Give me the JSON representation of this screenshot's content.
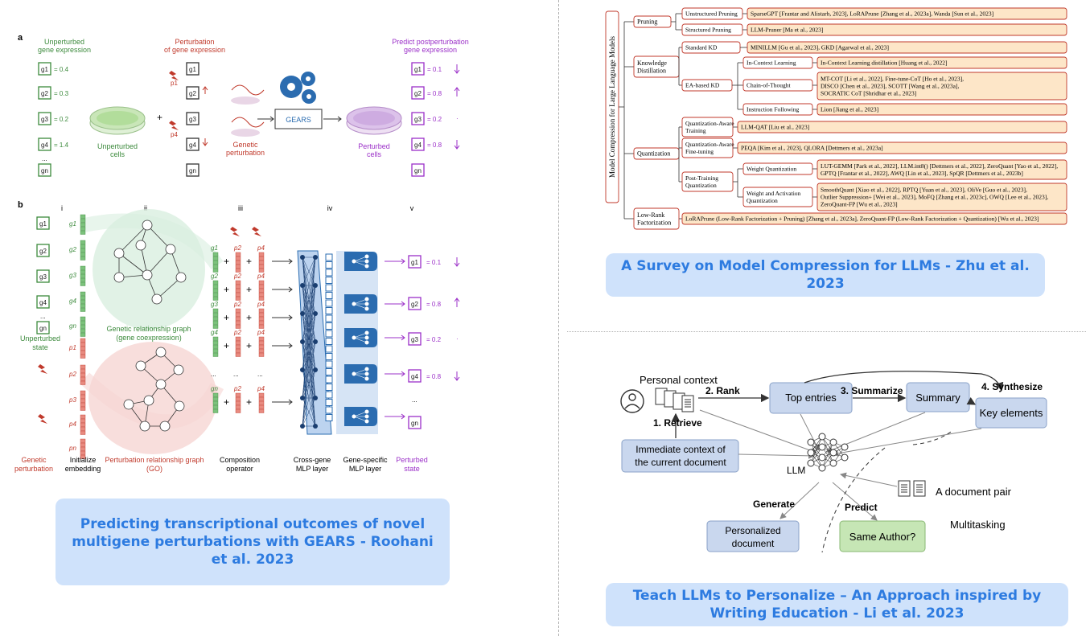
{
  "gears": {
    "panel_a_label": "a",
    "panel_b_label": "b",
    "a_unperturbed_title": [
      "Unperturbed",
      "gene expression"
    ],
    "a_perturbation_title": [
      "Perturbation",
      "of gene expression"
    ],
    "a_predict_title": [
      "Predict postperturbation",
      "gene expression"
    ],
    "a_unperturbed_values": [
      "= 0.4",
      "= 0.3",
      "= 0.2",
      "= 1.4"
    ],
    "a_predicted_values": [
      "= 0.1",
      "= 0.8",
      "= 0.2",
      "= 0.8"
    ],
    "a_genes": [
      "g1",
      "g2",
      "g3",
      "g4",
      "gn"
    ],
    "a_box": "GEARS",
    "a_unperturbed_cells": [
      "Unperturbed",
      "cells"
    ],
    "a_perturbed_cells": [
      "Perturbed",
      "cells"
    ],
    "a_genetic_perturbation": [
      "Genetic",
      "perturbation"
    ],
    "a_p_labels": [
      "p1",
      "p4"
    ],
    "b_col_labels": [
      "i",
      "ii",
      "iii",
      "iv",
      "v"
    ],
    "b_unperturbed_state": [
      "Unperturbed",
      "state"
    ],
    "b_genetic_perturbation": [
      "Genetic",
      "perturbation"
    ],
    "b_initialize": [
      "Initialize",
      "embedding"
    ],
    "b_gene_graph": [
      "Genetic relationship graph",
      "(gene coexpression)"
    ],
    "b_pert_graph": [
      "Perturbation relationship graph",
      "(GO)"
    ],
    "b_composition": [
      "Composition",
      "operator"
    ],
    "b_cross_gene": [
      "Cross-gene",
      "MLP layer"
    ],
    "b_gene_specific": [
      "Gene-specific",
      "MLP layer"
    ],
    "b_perturbed_state": [
      "Perturbed",
      "state"
    ],
    "b_output_values": [
      "= 0.1",
      "= 0.8",
      "= 0.2",
      "= 0.8"
    ],
    "b_p_labels": [
      "p1",
      "p2",
      "p3",
      "p4",
      "pn"
    ]
  },
  "survey": {
    "root": "Model Compression for Large Language Models",
    "pruning": "Pruning",
    "unstructured_pruning": "Unstructured Pruning",
    "unstructured_pruning_refs": "SparseGPT [Frantar and Alistarh, 2023], LoRAPrune [Zhang et al., 2023a], Wanda [Sun et al., 2023]",
    "structured_pruning": "Structured Pruning",
    "structured_pruning_refs": "LLM-Pruner [Ma et al., 2023]",
    "knowledge_distillation": [
      "Knowledge",
      "Distillation"
    ],
    "standard_kd": "Standard KD",
    "standard_kd_refs": "MINILLM [Gu et al., 2023], GKD [Agarwal et al., 2023]",
    "ea_kd": "EA-based KD",
    "icl": "In-Context Learning",
    "icl_refs": "In-Context Learning distillation [Huang et al., 2022]",
    "cot": "Chain-of-Thought",
    "cot_refs": [
      "MT-COT [Li et al., 2022], Fine-tune-CoT [Ho et al., 2023],",
      "DISCO [Chen et al., 2023], SCOTT [Wang et al., 2023a],",
      "SOCRATIC CoT [Shridhar et al., 2023]"
    ],
    "instr": "Instruction Following",
    "instr_refs": "Lion [Jiang et al., 2023]",
    "quantization": "Quantization",
    "qat": [
      "Quantization-Aware",
      "Training"
    ],
    "qat_refs": "LLM-QAT [Liu et al., 2023]",
    "qaf": [
      "Quantization-Aware",
      "Fine-tuning"
    ],
    "qaf_refs": "PEQA [Kim et al., 2023], QLORA [Dettmers et al., 2023a]",
    "ptq": [
      "Post-Training",
      "Quantization"
    ],
    "wq": "Weight Quantization",
    "wq_refs": [
      "LUT-GEMM [Park et al., 2022], LLM.int8() [Dettmers et al., 2022], ZeroQuant [Yao et al., 2022],",
      "GPTQ [Frantar et al., 2022], AWQ [Lin et al., 2023], SpQR [Dettmers et al., 2023b]"
    ],
    "waq": [
      "Weight and Activation",
      "Quantization"
    ],
    "waq_refs": [
      "SmoothQuant [Xiao et al., 2022], RPTQ [Yuan et al., 2023], OliVe [Guo et al., 2023],",
      "Outlier Suppression+ [Wei et al., 2023], MoFQ [Zhang et al., 2023c], OWQ [Lee et al., 2023],",
      "ZeroQuant-FP [Wu et al., 2023]"
    ],
    "lowrank": [
      "Low-Rank",
      "Factorization"
    ],
    "lowrank_refs": "LoRAPrune (Low-Rank Factorization + Pruning) [Zhang et al., 2023a], ZeroQuant-FP (Low-Rank Factorization + Quantization) [Wu et al., 2023]"
  },
  "personalize": {
    "personal_context": "Personal context",
    "step_rank": "2. Rank",
    "step_summarize": "3. Summarize",
    "step_synthesize": "4. Synthesize",
    "step_retrieve": "1. Retrieve",
    "top_entries": "Top entries",
    "summary": "Summary",
    "key_elements": "Key elements",
    "immediate_context": [
      "Immediate context of",
      "the current document"
    ],
    "llm": "LLM",
    "generate": "Generate",
    "predict": "Predict",
    "doc_pair": "A document pair",
    "multitasking": "Multitasking",
    "personalized_doc": [
      "Personalized",
      "document"
    ],
    "same_author": "Same Author?"
  },
  "captions": {
    "gears": [
      "Predicting transcriptional outcomes of novel",
      "multigene perturbations with GEARS - Roohani",
      "et al. 2023"
    ],
    "survey": "A Survey on Model Compression for LLMs - Zhu et al. 2023",
    "personalize": [
      "Teach LLMs to Personalize – An Approach inspired by",
      "Writing Education - Li et al. 2023"
    ]
  },
  "colors": {
    "green": "#3c8a3c",
    "red": "#c0392b",
    "purple": "#9b30c8",
    "blue": "#2d7be0",
    "caption_bg": "#cfe2fb",
    "survey_fill": "#fde6c8",
    "survey_stroke": "#c0392b",
    "flow_box": "#c9d7ee",
    "flow_green": "#c6e6b5"
  }
}
